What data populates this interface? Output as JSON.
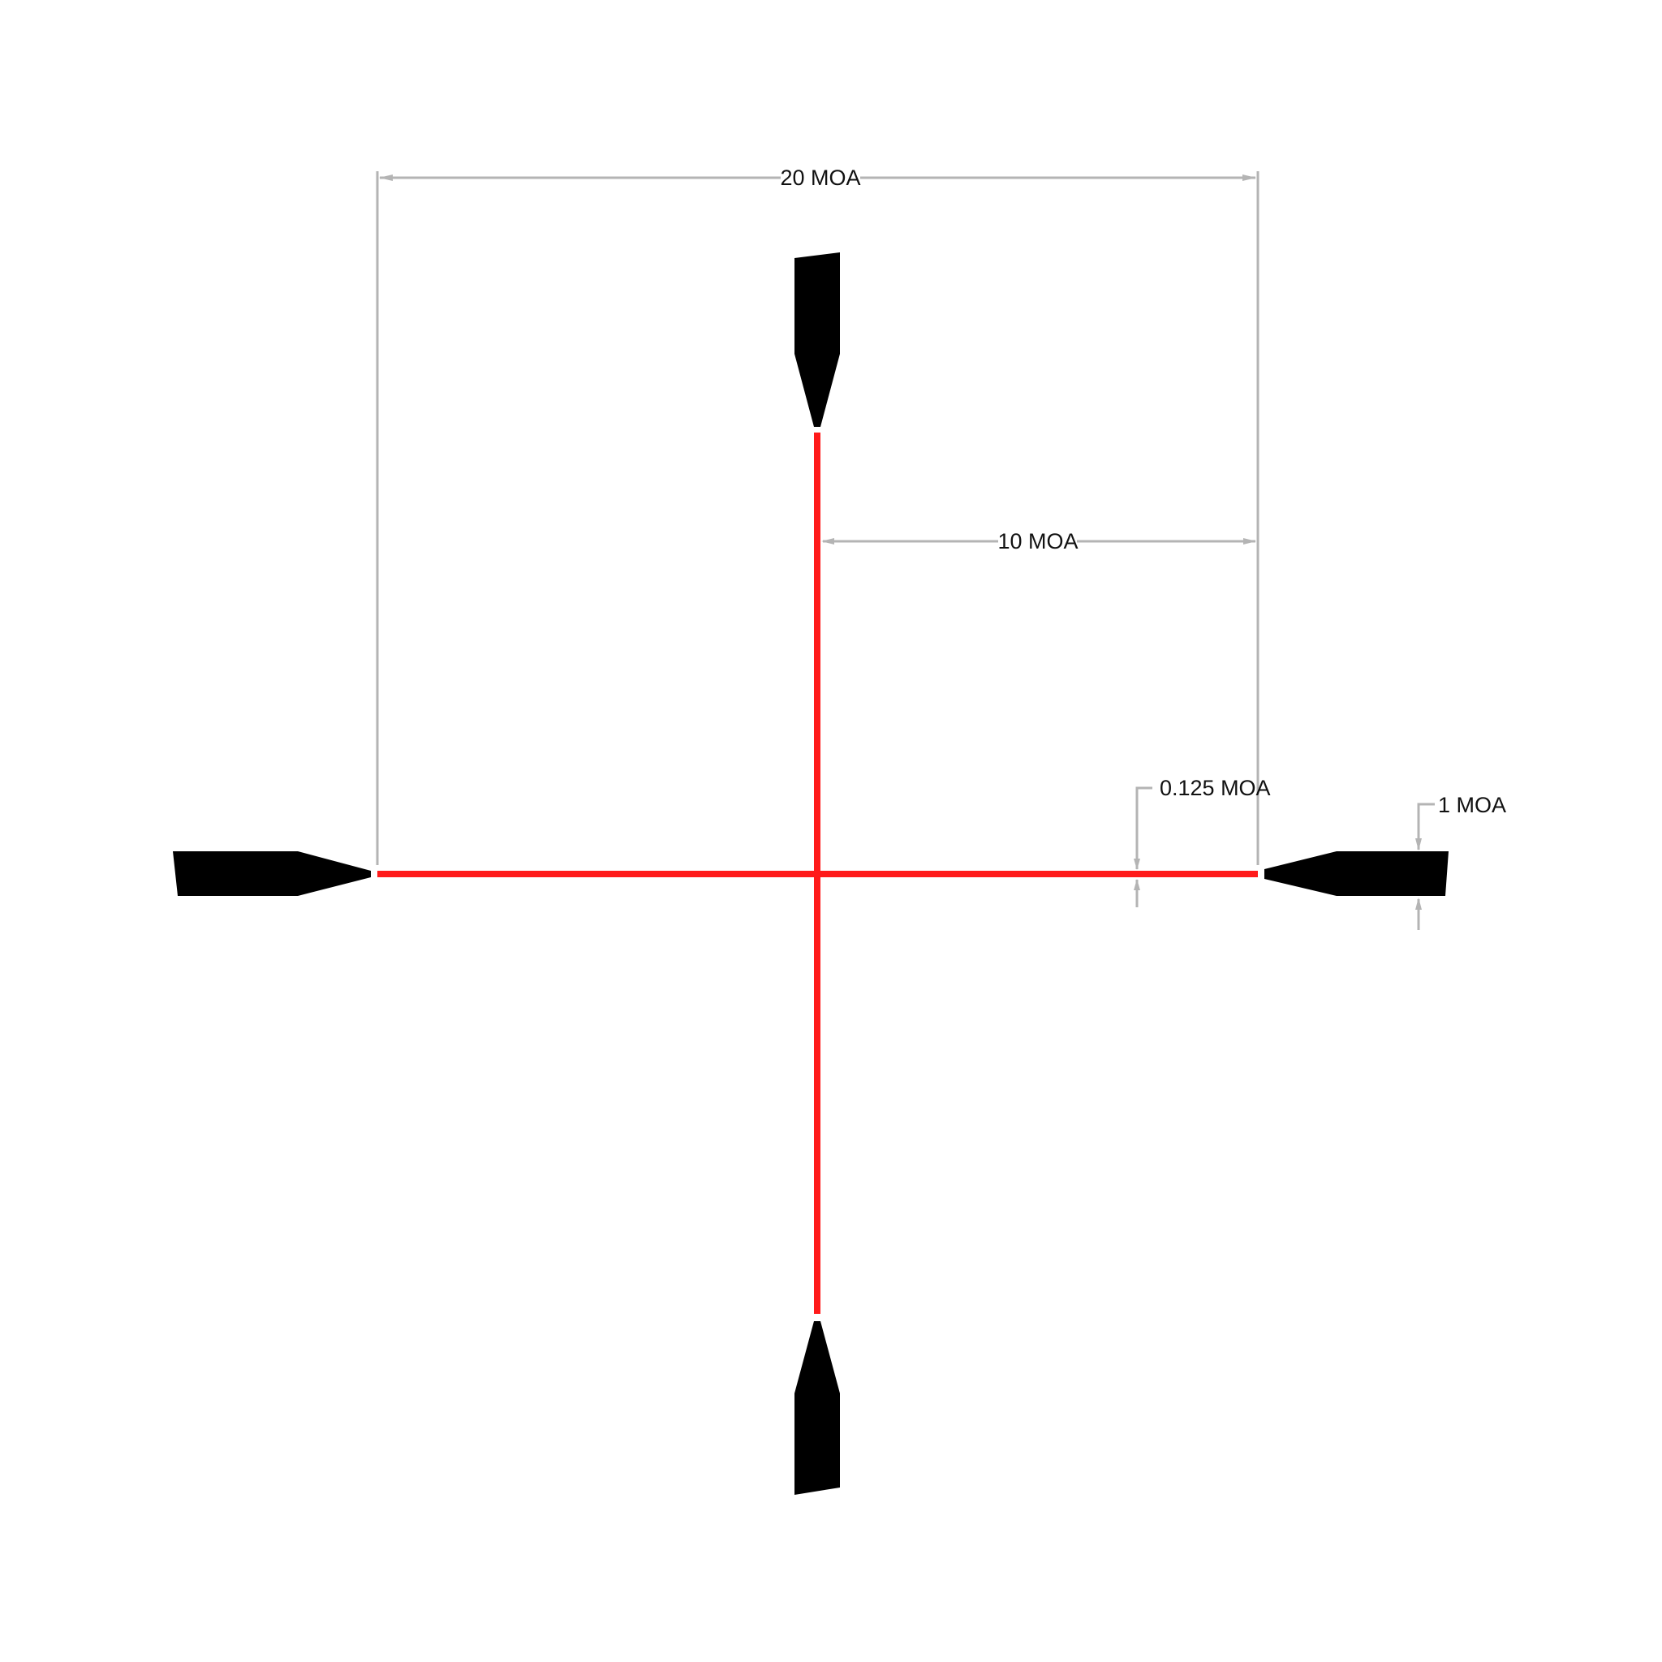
{
  "diagram": {
    "title": "",
    "type": "riflescope reticle (duplex crosshair)",
    "colors": {
      "background": "#ffffff",
      "crosshair": "#ff1a1a",
      "posts": "#000000",
      "dimension_lines": "#b4b4b4",
      "label_text": "#111111"
    },
    "dimensions": {
      "total_span": {
        "label": "20 MOA"
      },
      "center_to_post": {
        "label": "10 MOA"
      },
      "crosshair_thickness": {
        "label": "0.125 MOA"
      },
      "post_thickness": {
        "label": "1 MOA"
      }
    },
    "elements": {
      "crosshair": "thin red center crosshair",
      "posts": [
        "top-post",
        "right-post",
        "bottom-post",
        "left-post"
      ]
    }
  }
}
